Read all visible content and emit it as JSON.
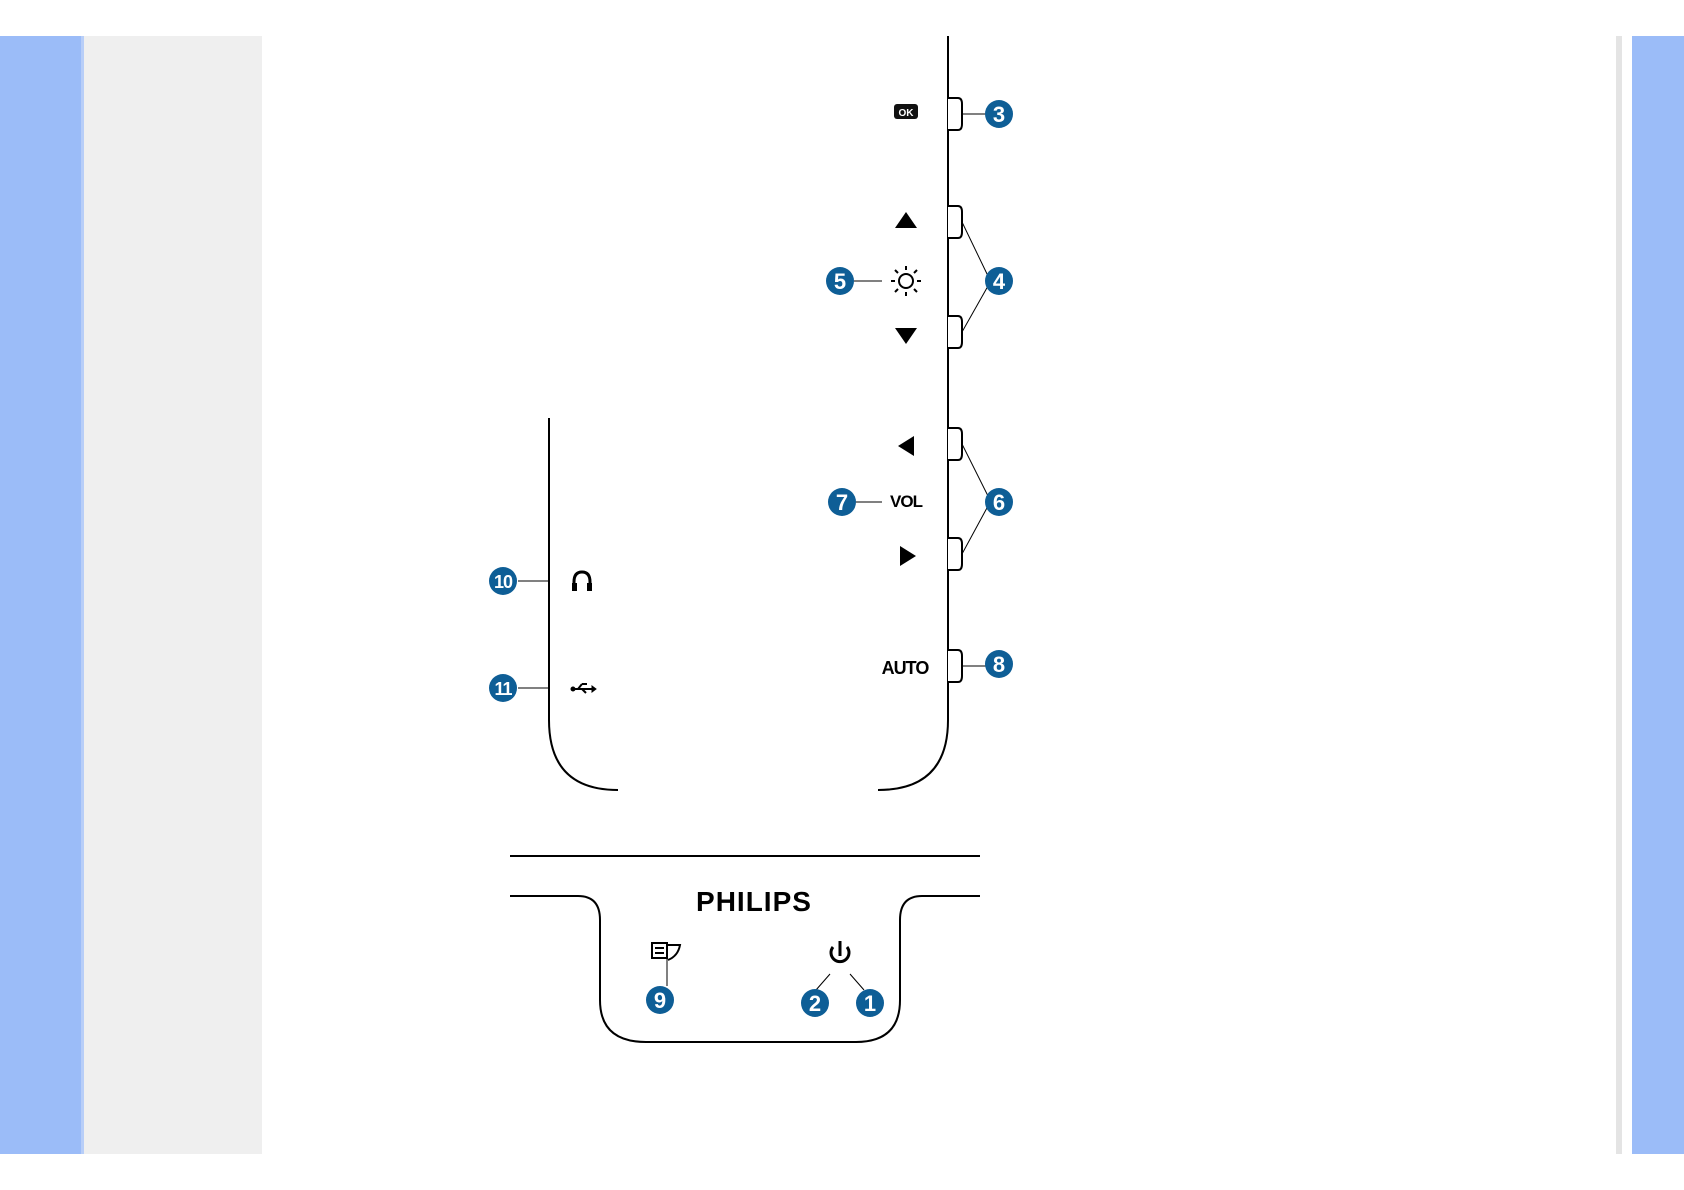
{
  "page": {
    "colors": {
      "side_band": "#9bbcf8",
      "side_panel": "#efefef",
      "callout": "#0e5e96",
      "line": "#000000"
    }
  },
  "diagram": {
    "brand": "PHILIPS",
    "side_controls": {
      "ok_icon": "ok-button-icon",
      "up_icon": "triangle-up-icon",
      "brightness_icon": "sun-icon",
      "down_icon": "triangle-down-icon",
      "left_icon": "triangle-left-icon",
      "vol_label": "VOL",
      "right_icon": "triangle-right-icon",
      "auto_label": "AUTO"
    },
    "left_controls": {
      "headphone_icon": "headphone-icon",
      "usb_icon": "usb-icon"
    },
    "base_controls": {
      "smartimage_icon": "smartimage-icon",
      "power_icon": "power-icon"
    },
    "callouts": {
      "c1": "1",
      "c2": "2",
      "c3": "3",
      "c4": "4",
      "c5": "5",
      "c6": "6",
      "c7": "7",
      "c8": "8",
      "c9": "9",
      "c10": "10",
      "c11": "11"
    }
  }
}
